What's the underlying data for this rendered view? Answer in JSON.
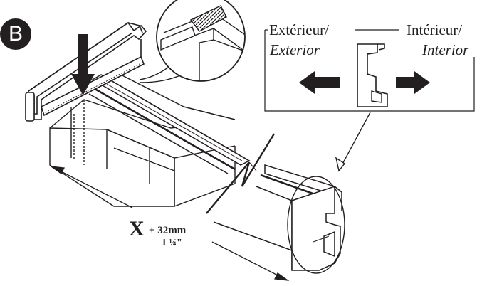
{
  "step_badge": "B",
  "orientation": {
    "exterior_fr": "Extérieur/",
    "exterior_en": "Exterior",
    "interior_fr": "Intérieur/",
    "interior_en": "Interior"
  },
  "dimension": {
    "variable": "X",
    "metric": "+ 32mm",
    "imperial": "1 ¼\""
  },
  "colors": {
    "ink": "#231f20",
    "paper": "#ffffff"
  }
}
